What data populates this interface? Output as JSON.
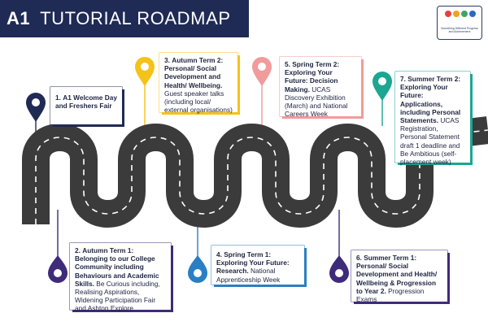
{
  "title": {
    "bold": "A1",
    "rest": "TUTORIAL ROADMAP"
  },
  "logo": {
    "text": "Something Different Progress and Achievement"
  },
  "colors": {
    "navy": "#1f2a55",
    "purple": "#3e2b7a",
    "yellow": "#f5c218",
    "pink": "#f19b9b",
    "teal": "#1ba692",
    "blue": "#2a7fc4",
    "road": "#3b3b3b"
  },
  "milestones": [
    {
      "num": "1.",
      "heading": "A1 Welcome Day and Freshers Fair",
      "body": ""
    },
    {
      "num": "2.",
      "heading": "Autumn Term 1: Belonging to our College Community including Behaviours and Academic Skills.",
      "body": "Be Curious including, Realising Aspirations, Widening Participation Fair and Ashton Explore"
    },
    {
      "num": "3.",
      "heading": "Autumn Term 2: Personal/ Social Development and Health/ Wellbeing.",
      "body": "Guest speaker talks (including local/ external organisations)"
    },
    {
      "num": "4.",
      "heading": "Spring Term 1: Exploring Your Future: Research.",
      "body": "National Apprenticeship Week"
    },
    {
      "num": "5.",
      "heading": "Spring Term 2: Exploring Your Future: Decision Making.",
      "body": "UCAS Discovery Exhibition (March) and National Careers Week"
    },
    {
      "num": "6.",
      "heading": "Summer Term 1: Personal/ Social Development and Health/ Wellbeing & Progression to Year 2.",
      "body": "Progression Exams"
    },
    {
      "num": "7.",
      "heading": "Summer Term 2: Exploring Your Future: Applications, including Personal Statements.",
      "body": "UCAS Registration, Personal Statement draft 1 deadline and Be Ambitious (self-placement week)"
    }
  ]
}
